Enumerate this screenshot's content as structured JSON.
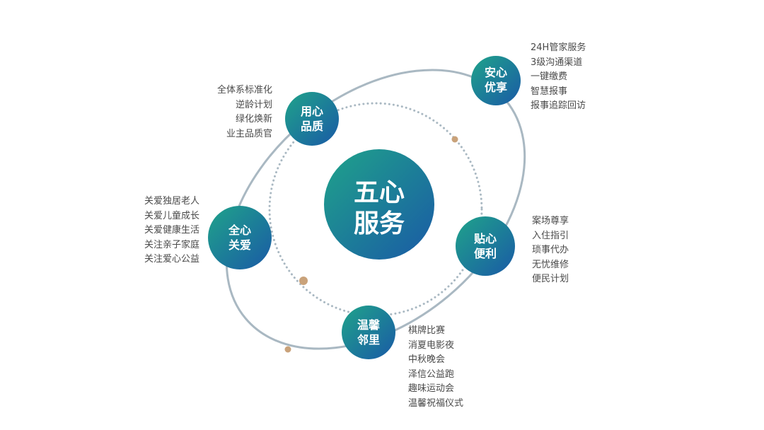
{
  "center": {
    "line1": "五心",
    "line2": "服务"
  },
  "colors": {
    "gradient_start": "#1fa38a",
    "gradient_end": "#1a5aa6",
    "orbit": "#a9b8c2",
    "dot": "#c9a27a",
    "text": "#4a4a4a"
  },
  "nodes": {
    "anxin": {
      "line1": "安心",
      "line2": "优享",
      "items": [
        "24H管家服务",
        "3级沟通渠道",
        "一键缴费",
        "智慧报事",
        "报事追踪回访"
      ]
    },
    "yongxin": {
      "line1": "用心",
      "line2": "品质",
      "items": [
        "全体系标准化",
        "逆龄计划",
        "绿化焕新",
        "业主品质官"
      ]
    },
    "quanxin": {
      "line1": "全心",
      "line2": "关爱",
      "items": [
        "关爱独居老人",
        "关爱儿童成长",
        "关爱健康生活",
        "关注亲子家庭",
        "关注爱心公益"
      ]
    },
    "tiexin": {
      "line1": "贴心",
      "line2": "便利",
      "items": [
        "案场尊享",
        "入住指引",
        "琐事代办",
        "无忧维修",
        "便民计划"
      ]
    },
    "wenxin": {
      "line1": "温馨",
      "line2": "邻里",
      "items": [
        "棋牌比赛",
        "消夏电影夜",
        "中秋晚会",
        "泽信公益跑",
        "趣味运动会",
        "温馨祝福仪式"
      ]
    }
  }
}
